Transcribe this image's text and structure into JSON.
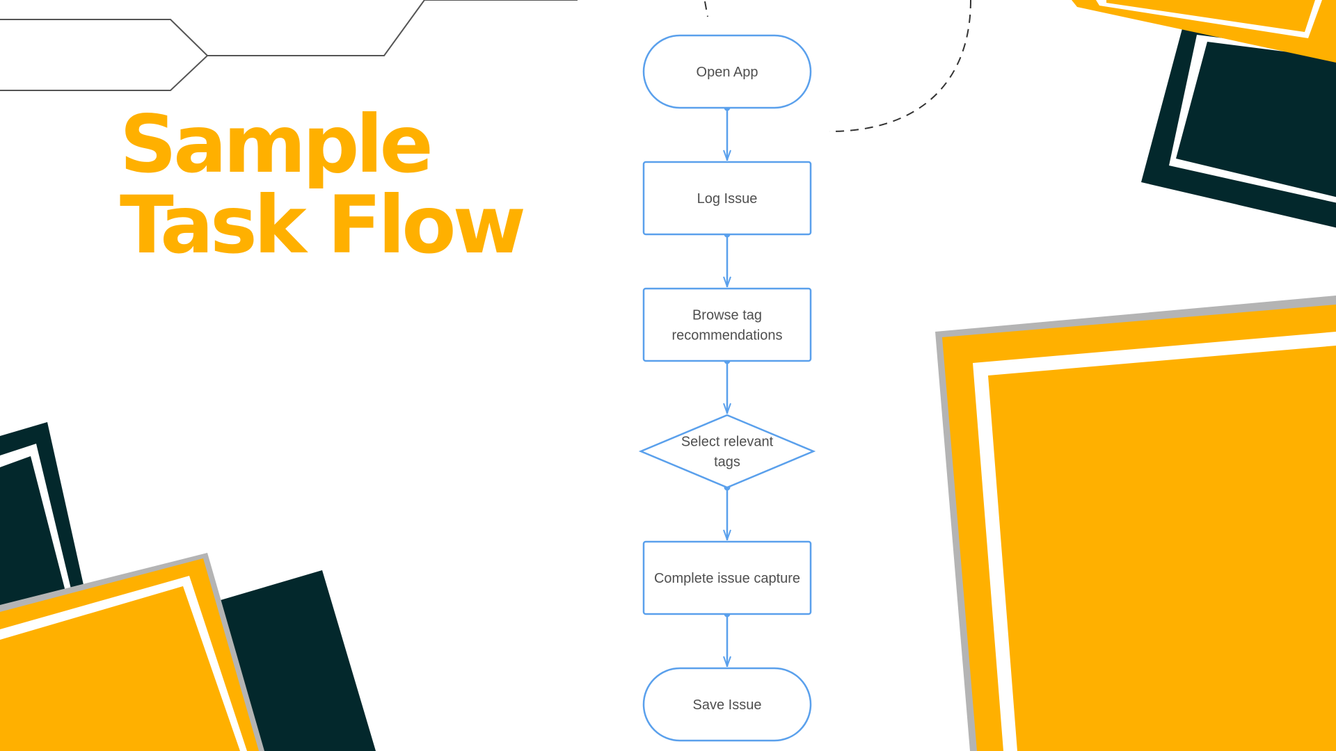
{
  "slide": {
    "title_line_1": "Sample",
    "title_line_2": "Task Flow"
  },
  "flow": {
    "nodes": [
      {
        "id": "open-app",
        "shape": "terminal",
        "label": [
          "Open App"
        ]
      },
      {
        "id": "log-issue",
        "shape": "process",
        "label": [
          "Log Issue"
        ]
      },
      {
        "id": "browse-tags",
        "shape": "process",
        "label": [
          "Browse tag",
          "recommendations"
        ]
      },
      {
        "id": "select-tags",
        "shape": "decision",
        "label": [
          "Select relevant",
          "tags"
        ]
      },
      {
        "id": "complete-capture",
        "shape": "process",
        "label": [
          "Complete issue capture"
        ]
      },
      {
        "id": "save-issue",
        "shape": "terminal",
        "label": [
          "Save Issue"
        ]
      }
    ],
    "edges": [
      {
        "from": "open-app",
        "to": "log-issue"
      },
      {
        "from": "log-issue",
        "to": "browse-tags"
      },
      {
        "from": "browse-tags",
        "to": "select-tags"
      },
      {
        "from": "select-tags",
        "to": "complete-capture"
      },
      {
        "from": "complete-capture",
        "to": "save-issue"
      }
    ]
  },
  "colors": {
    "accent_yellow": "#ffb000",
    "dark_teal": "#03282c",
    "flow_blue": "#5aa0ec",
    "label_gray": "#4f4f4f",
    "shadow_gray": "#b4b4b4"
  }
}
